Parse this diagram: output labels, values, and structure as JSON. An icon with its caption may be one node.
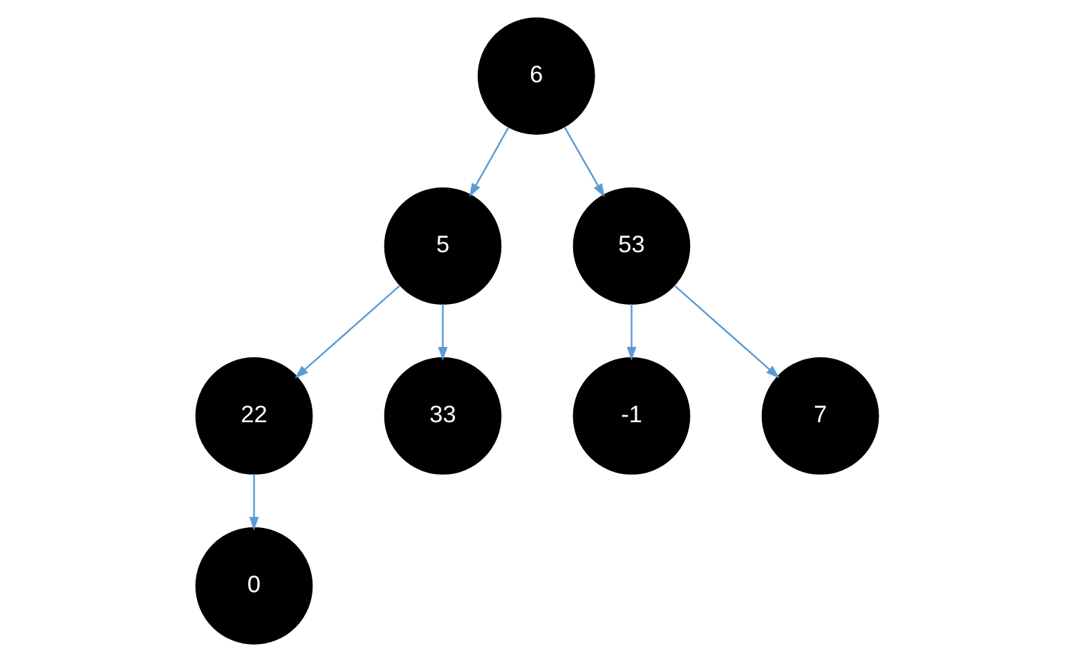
{
  "diagram": {
    "nodes": [
      {
        "text": [
          "6"
        ]
      },
      {
        "text": [
          "5"
        ]
      },
      {
        "text": [
          "53"
        ]
      },
      {
        "text": [
          "22"
        ]
      },
      {
        "text": [
          "33"
        ]
      },
      {
        "text": [
          "-1"
        ]
      },
      {
        "text": [
          "7"
        ]
      },
      {
        "text": [
          "0"
        ]
      }
    ],
    "edges": [
      {
        "from": 0,
        "to": 1,
        "arrow": "to"
      },
      {
        "from": 0,
        "to": 2,
        "arrow": "to"
      },
      {
        "from": 1,
        "to": 3,
        "arrow": "to"
      },
      {
        "from": 1,
        "to": 4,
        "arrow": "to"
      },
      {
        "from": 2,
        "to": 5,
        "arrow": "to"
      },
      {
        "from": 2,
        "to": 6,
        "arrow": "to"
      },
      {
        "from": 3,
        "to": 7,
        "arrow": "to"
      }
    ]
  }
}
